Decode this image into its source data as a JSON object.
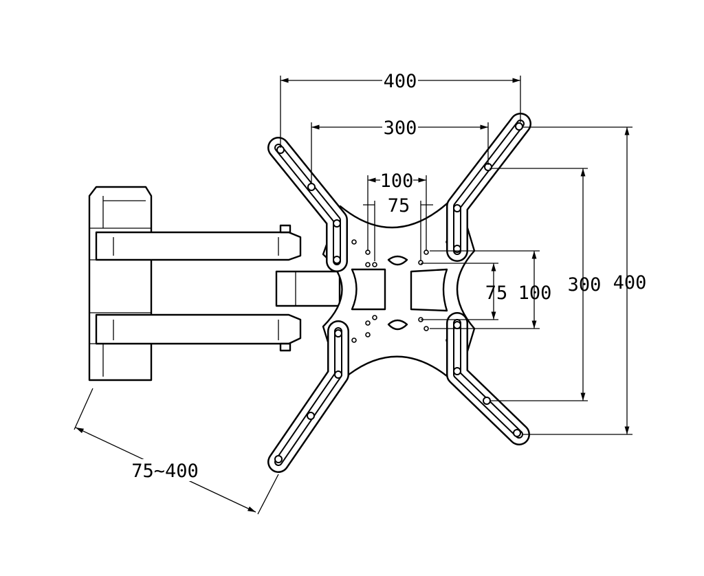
{
  "title": "TV wall mount bracket dimension drawing",
  "dimensions": {
    "top_outer_width": "400",
    "top_mid_width": "300",
    "top_inner_width": "100",
    "top_small_width": "75",
    "right_small_height": "75",
    "right_inner_height": "100",
    "right_mid_height": "300",
    "right_outer_height": "400",
    "arm_extension": "75~400"
  },
  "colors": {
    "line": "#000000",
    "background": "#ffffff"
  }
}
